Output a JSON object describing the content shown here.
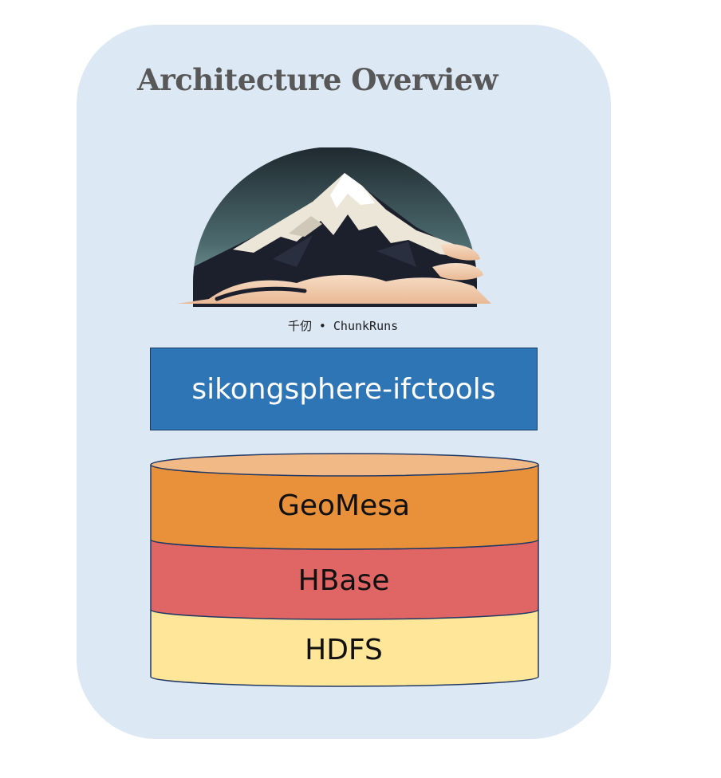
{
  "diagram": {
    "title": "Architecture Overview",
    "logo": {
      "icon": "snow-mountain-logo-icon",
      "caption": "千仞 • ChunkRuns"
    },
    "application_layer": {
      "label": "sikongsphere-ifctools",
      "color": "#2e75b6"
    },
    "storage_stack": [
      {
        "label": "GeoMesa",
        "color": "#e8913a"
      },
      {
        "label": "HBase",
        "color": "#e06666"
      },
      {
        "label": "HDFS",
        "color": "#ffe699"
      }
    ],
    "colors": {
      "panel_background": "#dde8f5",
      "cylinder_top": "#f0b986",
      "outline": "#203864"
    }
  }
}
